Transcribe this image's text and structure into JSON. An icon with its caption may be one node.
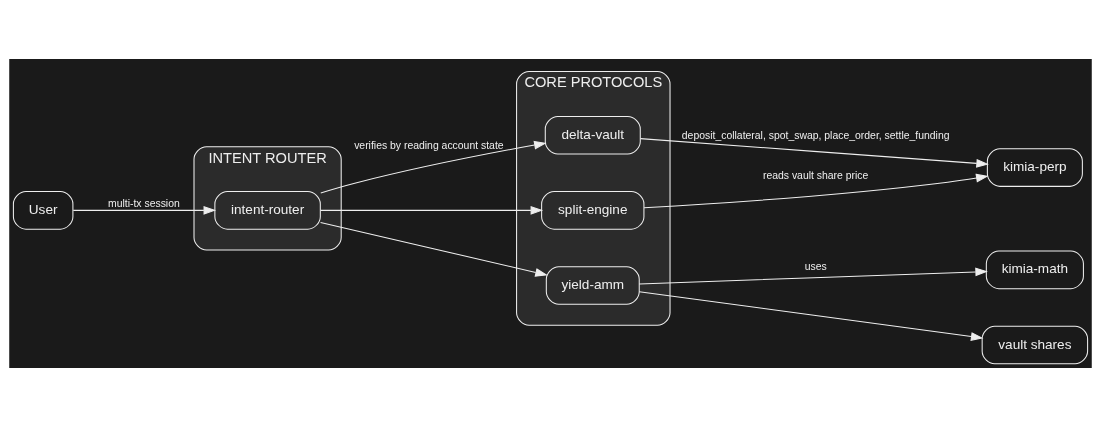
{
  "diagram": {
    "nodes": [
      {
        "text": [
          "User"
        ]
      },
      {
        "text": [
          "INTENT ROUTER"
        ]
      },
      {
        "text": [
          "intent-router"
        ],
        "in": 1
      },
      {
        "text": [
          "CORE PROTOCOLS"
        ]
      },
      {
        "text": [
          "delta-vault"
        ],
        "in": 3
      },
      {
        "text": [
          "split-engine"
        ],
        "in": 3
      },
      {
        "text": [
          "yield-amm"
        ],
        "in": 3
      },
      {
        "text": [
          "kimia-perp"
        ]
      },
      {
        "text": [
          "kimia-math"
        ]
      },
      {
        "text": [
          "vault shares"
        ]
      }
    ],
    "edges": [
      {
        "from": 0,
        "to": 2,
        "arrow": "to",
        "label": "multi-tx session"
      },
      {
        "from": 2,
        "to": 4,
        "arrow": "to",
        "label": "verifies by reading account state"
      },
      {
        "from": 2,
        "to": 5,
        "arrow": "to"
      },
      {
        "from": 2,
        "to": 6,
        "arrow": "to"
      },
      {
        "from": 4,
        "to": 7,
        "arrow": "to",
        "label": "deposit_collateral, spot_swap, place_order, settle_funding"
      },
      {
        "from": 5,
        "to": 7,
        "arrow": "to",
        "label": "reads vault share price"
      },
      {
        "from": 6,
        "to": 8,
        "arrow": "to",
        "label": "uses"
      },
      {
        "from": 6,
        "to": 9,
        "arrow": "to"
      }
    ]
  }
}
